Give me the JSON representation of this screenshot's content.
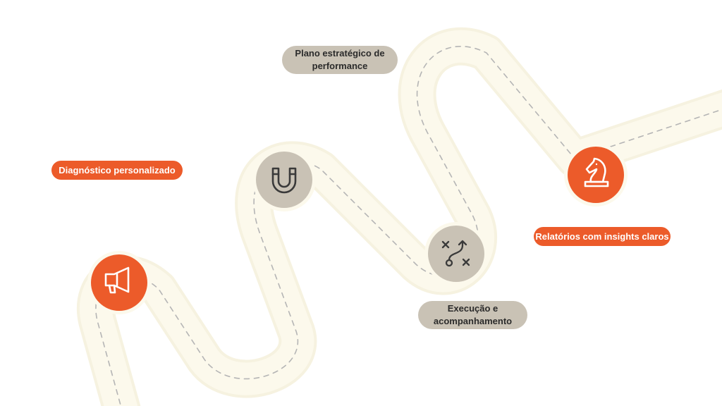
{
  "colors": {
    "accent_orange": "#ec5b2a",
    "step_gray": "#c9c2b5",
    "road": "#fcf9ec",
    "road_edge": "#f6f2e0",
    "dash": "#b5b5b5",
    "text_dark": "#2b2b2b"
  },
  "steps": [
    {
      "label": "Diagnóstico personalizado",
      "icon": "megaphone-icon",
      "style": "orange"
    },
    {
      "label": "Plano estratégico de performance",
      "icon": "magnet-icon",
      "style": "gray"
    },
    {
      "label": "Execução e acompanhamento",
      "icon": "strategy-route-icon",
      "style": "gray"
    },
    {
      "label": "Relatórios com insights claros",
      "icon": "chess-knight-icon",
      "style": "orange"
    }
  ]
}
